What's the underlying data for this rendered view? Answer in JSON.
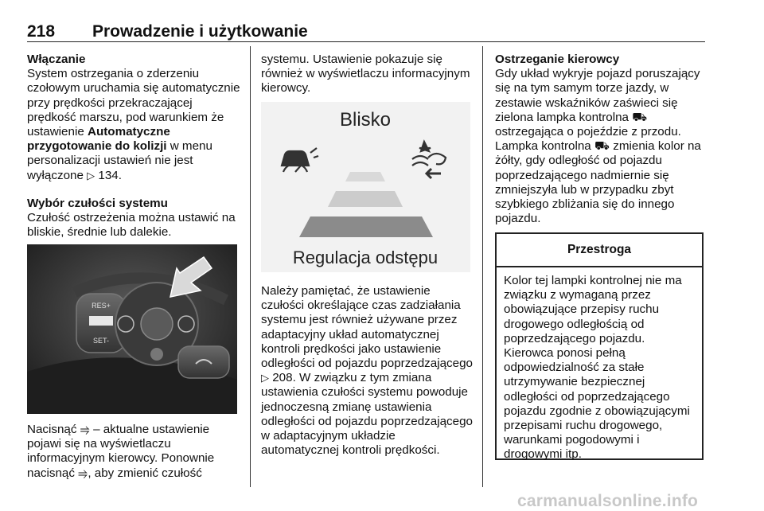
{
  "header": {
    "page_number": "218",
    "section_title": "Prowadzenie i użytkowanie"
  },
  "col1": {
    "heading1": "Włączanie",
    "para1": "System ostrzegania o zderzeniu czołowym uruchamia się automatycznie przy prędkości przekraczającej prędkość marszu, pod warunkiem że ustawienie",
    "para1_bold": "Automatyczne przygotowanie do kolizji",
    "para1_rest": " w menu personalizacji ustawień nie jest wyłączone ",
    "para1_ref": "134.",
    "heading2": "Wybór czułości systemu",
    "para2": "Czułość ostrzeżenia można ustawić na bliskie, średnie lub dalekie.",
    "photo_labels": {
      "res": "RES+",
      "set": "SET-"
    },
    "para3_a": "Nacisnąć ",
    "para3_b": " – aktualne ustawienie pojawi się na wyświetlaczu informacyjnym kierowcy. Ponownie nacisnąć ",
    "para3_c": ", aby zmienić czułość"
  },
  "col2": {
    "para1": "systemu. Ustawienie pokazuje się również w wyświetlaczu informacyjnym kierowcy.",
    "display_title": "Blisko",
    "display_caption": "Regulacja odstępu",
    "para2_a": "Należy pamiętać, że ustawienie czułości określające czas zadziałania systemu jest również używane przez adaptacyjny układ automatycznej kontroli prędkości jako ustawienie odległości od pojazdu poprzedzającego ",
    "para2_ref": "208.",
    "para2_b": " W związku z tym zmiana ustawienia czułości systemu powoduje jednoczesną zmianę ustawienia odległości od pojazdu poprzedzającego w adaptacyjnym układzie automatycznej kontroli prędkości."
  },
  "col3": {
    "heading": "Ostrzeganie kierowcy",
    "para1_a": "Gdy układ wykryje pojazd poruszający się na tym samym torze jazdy, w zestawie wskaźników zaświeci się zielona lampka kontrolna ",
    "para1_b": " ostrzegająca o pojeździe z przodu.",
    "para2_a": "Lampka kontrolna ",
    "para2_b": " zmienia kolor na żółty, gdy odległość od pojazdu poprzedzającego nadmiernie się zmniejszyła lub w przypadku zbyt szybkiego zbliżania się do innego pojazdu.",
    "warning_title": "Przestroga",
    "warning_text": "Kolor tej lampki kontrolnej nie ma związku z wymaganą przez obowiązujące przepisy ruchu drogowego odległością od poprzedzającego pojazdu. Kierowca ponosi pełną odpowiedzialność za stałe utrzymywanie bezpiecznej odległości od poprzedzającego pojazdu zgodnie z obowiązującymi przepisami ruchu drogowego, warunkami pogodowymi i drogowymi itp."
  },
  "footer": {
    "watermark": "carmanualsonline.info"
  },
  "icons": {
    "ref": "page-reference-triangle-icon",
    "sensitivity": "following-distance-icon",
    "car_ahead": "vehicle-ahead-icon"
  }
}
